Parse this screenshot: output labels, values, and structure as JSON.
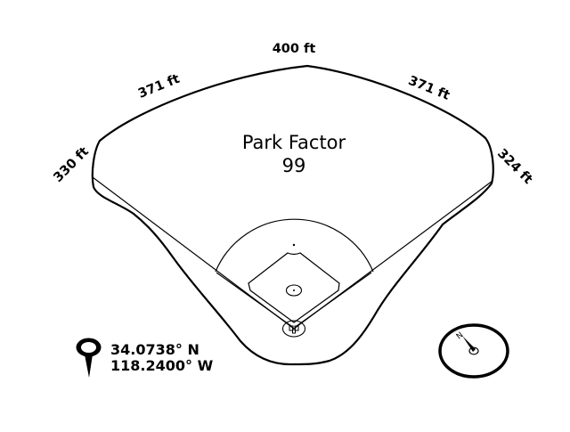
{
  "map": {
    "distances": {
      "left_field_line": "330 ft",
      "left_center": "371 ft",
      "center_field": "400 ft",
      "right_center": "371 ft",
      "right_field_line": "324 ft"
    },
    "park_factor": {
      "label": "Park Factor",
      "value": "99"
    },
    "location": {
      "latitude": "34.0738° N",
      "longitude": "118.2400° W",
      "icon": "map-pin-icon"
    },
    "compass": {
      "north_label": "N",
      "icon": "compass-icon"
    },
    "colors": {
      "line": "#000000",
      "background": "#ffffff"
    }
  }
}
